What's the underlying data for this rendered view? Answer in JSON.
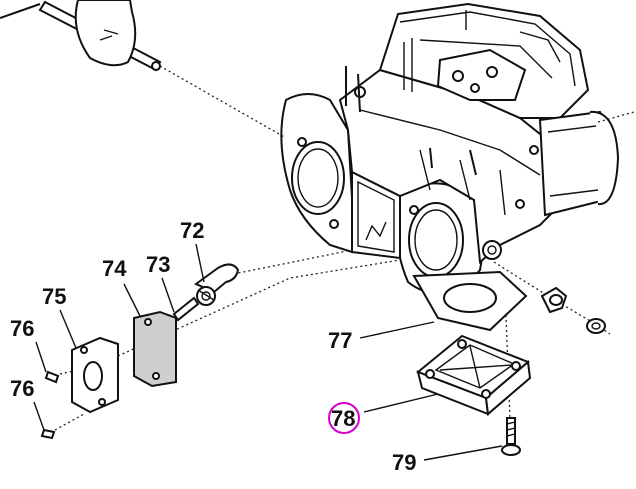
{
  "labels": {
    "p72": "72",
    "p73": "73",
    "p74": "74",
    "p75": "75",
    "p76a": "76",
    "p76b": "76",
    "p77": "77",
    "p78": "78",
    "p79": "79"
  },
  "highlight": {
    "part": "78",
    "color": "#d400c8"
  }
}
